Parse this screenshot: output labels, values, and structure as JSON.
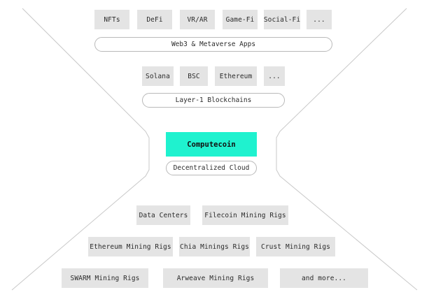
{
  "apps": {
    "items": [
      "NFTs",
      "DeFi",
      "VR/AR",
      "Game-Fi",
      "Social-Fi",
      "..."
    ],
    "label": "Web3 & Metaverse Apps"
  },
  "blockchains": {
    "items": [
      "Solana",
      "BSC",
      "Ethereum",
      "..."
    ],
    "label": "Layer-1 Blockchains"
  },
  "core": {
    "title": "Computecoin",
    "subtitle": "Decentralized Cloud",
    "accent_color": "#1ff2cf"
  },
  "providers": {
    "row1": [
      "Data Centers",
      "Filecoin Mining Rigs"
    ],
    "row2": [
      "Ethereum Mining Rigs",
      "Chia Minings Rigs",
      "Crust Mining Rigs"
    ],
    "row3": [
      "SWARM Mining Rigs",
      "Arweave Mining Rigs",
      "and more..."
    ]
  },
  "colors": {
    "box_fill": "#e4e4e4",
    "pill_border": "#b9b9b9",
    "line": "#c8c8c8"
  }
}
